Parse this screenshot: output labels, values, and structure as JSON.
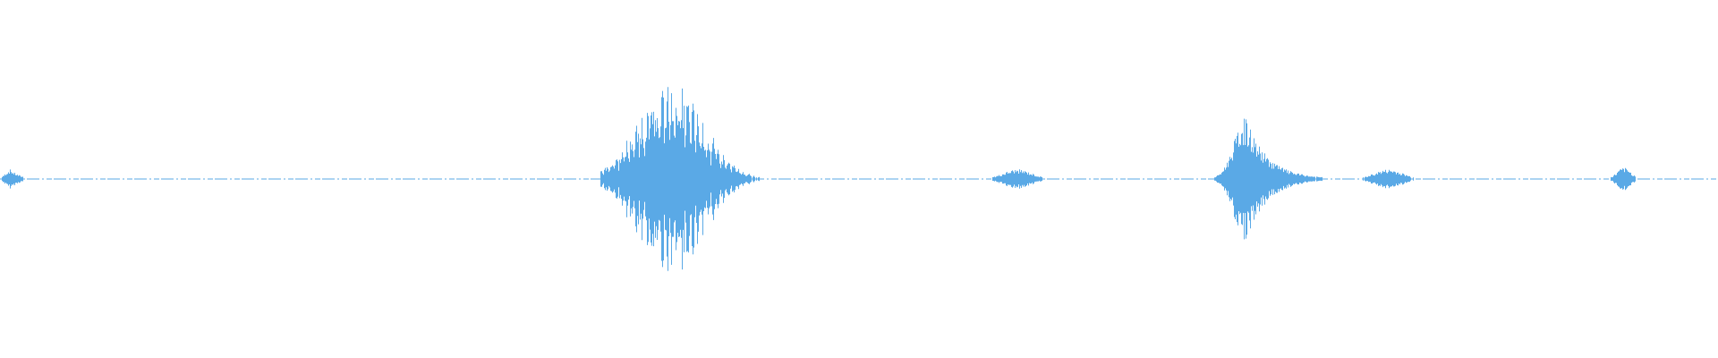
{
  "waveform": {
    "color": "#5aa9e6",
    "background": "#ffffff",
    "bursts": [
      {
        "label": "speech-burst-1",
        "center": 0.39,
        "width": 0.034,
        "amplitude": 0.62,
        "decay": "oscillating"
      },
      {
        "label": "impulse-1",
        "center": 0.725,
        "width": 0.028,
        "amplitude": 0.38,
        "decay": "fast"
      },
      {
        "label": "minor-1",
        "center": 0.006,
        "width": 0.012,
        "amplitude": 0.06,
        "decay": "fast"
      },
      {
        "label": "minor-2",
        "center": 0.592,
        "width": 0.02,
        "amplitude": 0.06,
        "decay": "flat"
      },
      {
        "label": "minor-3",
        "center": 0.808,
        "width": 0.02,
        "amplitude": 0.06,
        "decay": "flat"
      },
      {
        "label": "minor-4",
        "center": 0.945,
        "width": 0.01,
        "amplitude": 0.07,
        "decay": "flat"
      }
    ]
  }
}
